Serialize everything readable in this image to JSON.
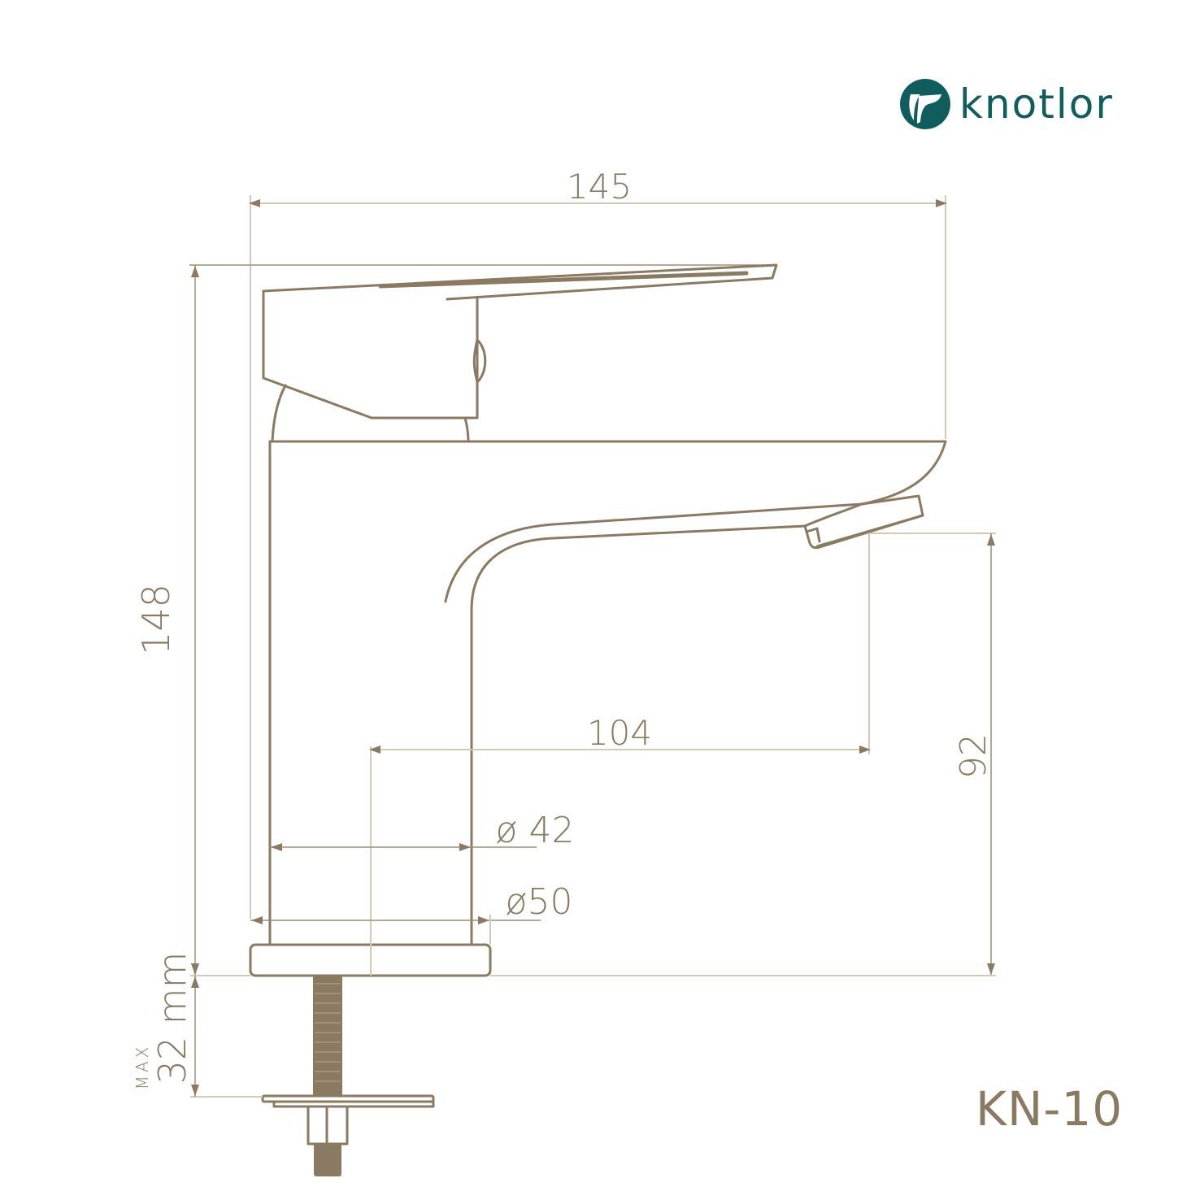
{
  "brand": {
    "name": "knotlor",
    "logo_icon": "knotlor-leaf-circle-icon",
    "color": "#0f5d5c"
  },
  "drawing": {
    "title": "Basin mixer faucet technical drawing",
    "model": "KN-10",
    "line_color": "#8b7a62",
    "dimension_line_color": "#d3c9b8",
    "dimensions": {
      "overall_width": "145",
      "overall_height": "148",
      "spout_reach": "104",
      "spout_height": "92",
      "body_diameter": "ø 42",
      "base_diameter": "ø50",
      "max_counter_thickness": "32 mm",
      "max_counter_thickness_prefix": "MAX"
    }
  }
}
